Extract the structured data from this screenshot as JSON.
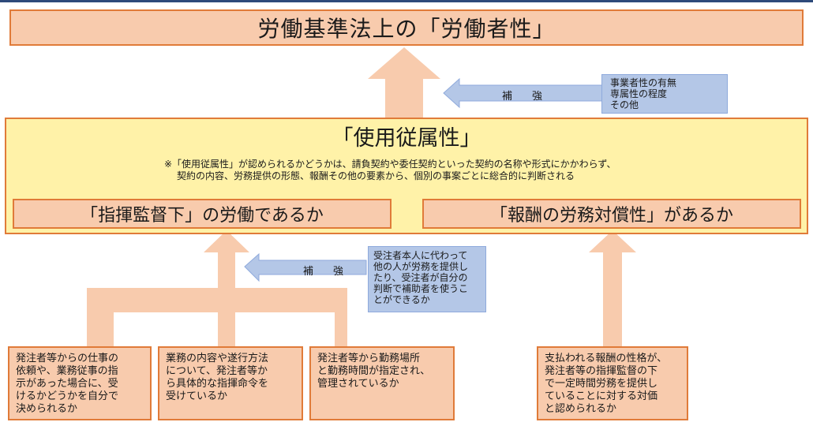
{
  "top_title": "労働基準法上の「労働者性」",
  "yellow": {
    "title": "「使用従属性」",
    "note_line1": "※「使用従属性」が認められるかどうかは、請負契約や委任契約といった契約の名称や形式にかかわらず、",
    "note_line2": "契約の内容、労務提供の形態、報酬その他の要素から、個別の事案ごとに総合的に判断される",
    "left_label": "「指揮監督下」の労働であるか",
    "right_label": "「報酬の労務対償性」があるか"
  },
  "supplement_top": {
    "label": "補　強",
    "lines": [
      "事業者性の有無",
      "専属性の程度",
      "その他"
    ]
  },
  "supplement_mid": {
    "label": "補　強",
    "lines": [
      "受注者本人に代わって",
      "他の人が労務を提供し",
      "たり、受注者が自分の",
      "判断で補助者を使うこ",
      "とができるか"
    ]
  },
  "bottom": [
    {
      "lines": [
        "発注者等からの仕事の",
        "依頼や、業務従事の指",
        "示があった場合に、受",
        "けるかどうかを自分で",
        "決められるか"
      ]
    },
    {
      "lines": [
        "業務の内容や遂行方法",
        "について、発注者等か",
        "ら具体的な指揮命令を",
        "受けているか"
      ]
    },
    {
      "lines": [
        "発注者等から勤務場所",
        "と勤務時間が指定され、",
        "管理されているか"
      ]
    },
    {
      "lines": [
        "支払われる報酬の性格が、",
        "発注者等の指揮監督の下",
        "で一定時間労務を提供し",
        "ていることに対する対価",
        "と認められるか"
      ]
    }
  ],
  "colors": {
    "orange_fill": "#f8cbad",
    "orange_border": "#e07b39",
    "yellow_fill": "#fff2a8",
    "blue_fill": "#b4c7e7"
  }
}
